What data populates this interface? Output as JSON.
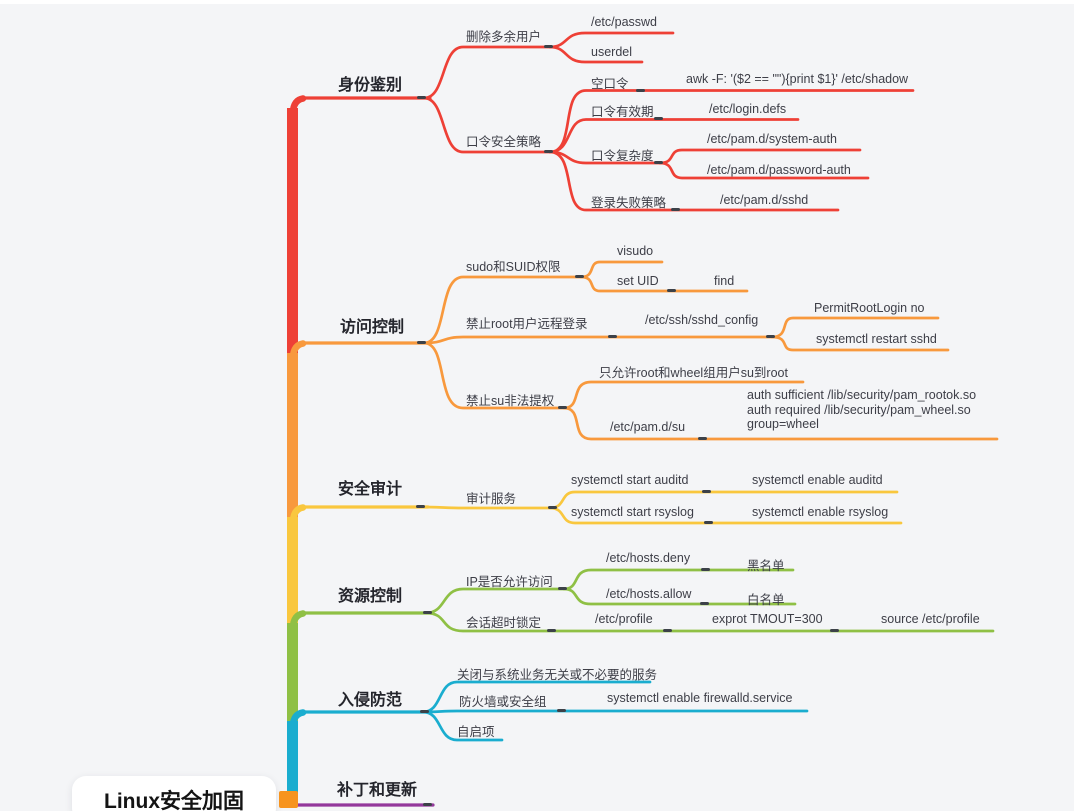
{
  "root_label": "Linux安全加固",
  "background": "#f4f5f7",
  "handle_color": "#3c4148",
  "root_connector_color": "#f7941e",
  "topics": {
    "identity": {
      "label": "身份鉴别",
      "color": "#ee4036"
    },
    "access": {
      "label": "访问控制",
      "color": "#f8993d"
    },
    "audit": {
      "label": "安全审计",
      "color": "#f9c73e"
    },
    "resource": {
      "label": "资源控制",
      "color": "#8fc045"
    },
    "intrusion": {
      "label": "入侵防范",
      "color": "#1aadcf"
    },
    "patch": {
      "label": "补丁和更新",
      "color": "#93389b"
    }
  },
  "nodes": {
    "del_user": "删除多余用户",
    "etc_passwd": "/etc/passwd",
    "userdel": "userdel",
    "pwd_policy": "口令安全策略",
    "empty_pwd": "空口令",
    "awk_cmd": "awk -F: '($2 == \"\"){print $1}' /etc/shadow",
    "pwd_expiry": "口令有效期",
    "login_defs": "/etc/login.defs",
    "pwd_complexity": "口令复杂度",
    "system_auth": "/etc/pam.d/system-auth",
    "password_auth": "/etc/pam.d/password-auth",
    "login_fail": "登录失败策略",
    "pam_sshd": "/etc/pam.d/sshd",
    "sudo_suid": "sudo和SUID权限",
    "visudo": "visudo",
    "set_uid": "set UID",
    "find": "find",
    "no_root_login": "禁止root用户远程登录",
    "sshd_config": "/etc/ssh/sshd_config",
    "permit_root": "PermitRootLogin no",
    "restart_sshd": "systemctl restart sshd",
    "no_su": "禁止su非法提权",
    "su_only": "只允许root和wheel组用户su到root",
    "pam_su": "/etc/pam.d/su",
    "pam_su_line1": "auth sufficient /lib/security/pam_rootok.so",
    "pam_su_line2": "auth required /lib/security/pam_wheel.so",
    "pam_su_line3": "group=wheel",
    "audit_svc": "审计服务",
    "start_auditd": "systemctl start auditd",
    "enable_auditd": "systemctl enable auditd",
    "start_rsyslog": "systemctl start rsyslog",
    "enable_rsyslog": "systemctl enable rsyslog",
    "ip_access": "IP是否允许访问",
    "hosts_deny": "/etc/hosts.deny",
    "blacklist": "黑名单",
    "hosts_allow": "/etc/hosts.allow",
    "whitelist": "白名单",
    "session_timeout": "会话超时锁定",
    "etc_profile": "/etc/profile",
    "export_tmout": "exprot TMOUT=300",
    "source_profile": "source /etc/profile",
    "close_services": "关闭与系统业务无关或不必要的服务",
    "firewall": "防火墙或安全组",
    "enable_firewalld": "systemctl enable firewalld.service",
    "autostart": "自启项"
  }
}
